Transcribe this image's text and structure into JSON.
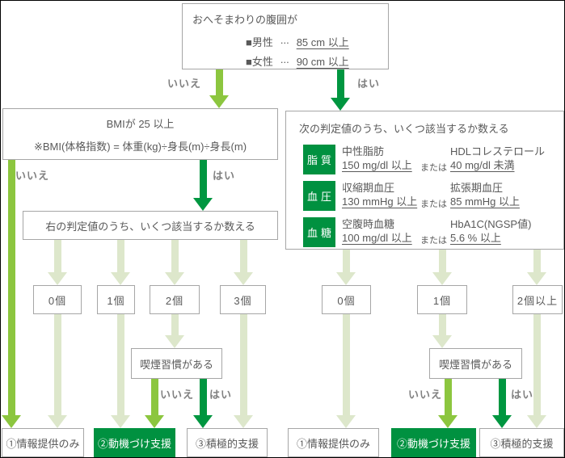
{
  "colors": {
    "pale_arrow": "#dde7cb",
    "medium_arrow": "#8cc63f",
    "dark_arrow": "#009640",
    "green_fill": "#009140",
    "box_border": "#a6a6a6",
    "text": "#595959",
    "branch_label": "#808080"
  },
  "labels": {
    "no": "いいえ",
    "yes": "はい"
  },
  "root": {
    "title": "おへそまわりの腹囲が",
    "items": [
      {
        "name": "■男性",
        "dots": "...",
        "value": "85 cm 以上"
      },
      {
        "name": "■女性",
        "dots": "...",
        "value": "90 cm 以上"
      }
    ]
  },
  "bmi": {
    "line1": "BMIが 25 以上",
    "line2": "※BMI(体格指数) = 体重(kg)÷身長(m)÷身長(m)"
  },
  "left_criteria": {
    "title": "右の判定値のうち、いくつ該当するか数える",
    "counts": [
      "0個",
      "1個",
      "2個",
      "3個"
    ]
  },
  "right_criteria": {
    "title": "次の判定値のうち、いくつ該当するか数える",
    "or": "または",
    "rows": [
      {
        "tag": "脂質",
        "left_name": "中性脂肪",
        "left_value": "150 mg/dl 以上",
        "right_name": "HDLコレステロール",
        "right_value": "40 mg/dl 未満"
      },
      {
        "tag": "血圧",
        "left_name": "収縮期血圧",
        "left_value": "130 mmHg 以上",
        "right_name": "拡張期血圧",
        "right_value": "85 mmHg 以上"
      },
      {
        "tag": "血糖",
        "left_name": "空腹時血糖",
        "left_value": "100 mg/dl 以上",
        "right_name": "HbA1C(NGSP値)",
        "right_value": "5.6 % 以上"
      }
    ],
    "counts": [
      "0個",
      "1個",
      "2個以上"
    ]
  },
  "smoking": {
    "label": "喫煙習慣がある"
  },
  "outcomes": {
    "info": "①情報提供のみ",
    "motivation": "②動機づけ支援",
    "active": "③積極的支援"
  }
}
